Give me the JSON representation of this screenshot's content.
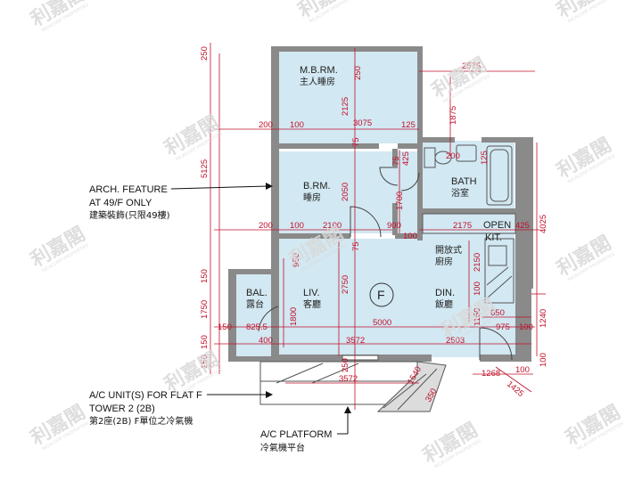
{
  "rooms": {
    "mbr": {
      "en": "M.B.RM.",
      "zh": "主人睡房"
    },
    "br": {
      "en": "B.RM.",
      "zh": "睡房"
    },
    "bath": {
      "en": "BATH",
      "zh": "浴室"
    },
    "open_kit": {
      "en": "OPEN",
      "en2": "KIT.",
      "zh": "開放式",
      "zh2": "廚房"
    },
    "liv": {
      "en": "LIV.",
      "zh": "客廳"
    },
    "din": {
      "en": "DIN.",
      "zh": "飯廳"
    },
    "bal": {
      "en": "BAL.",
      "zh": "露台"
    },
    "flat_marker": "F"
  },
  "notes": {
    "arch_feature": {
      "line1": "ARCH. FEATURE",
      "line2": "AT 49/F ONLY",
      "zh": "建築裝飾(只限49樓)"
    },
    "ac_unit": {
      "line1": "A/C UNIT(S) FOR FLAT F",
      "line2": "TOWER 2 (2B)",
      "zh": "第2座(2B) F單位之冷氣機"
    },
    "ac_platform": {
      "line1": "A/C PLATFORM",
      "zh": "冷氣機平台"
    }
  },
  "dimensions": {
    "d_250_top": "250",
    "d_250_mbr": "250",
    "d_2575": "2575",
    "d_2125": "2125",
    "d_1875": "1875",
    "d_200_a": "200",
    "d_100_a": "100",
    "d_3075": "3075",
    "d_125": "125",
    "d_75_a": "75",
    "d_425_a": "425",
    "d_75_b": "75",
    "d_200_bath": "200",
    "d_125_bath": "125",
    "d_5125": "5125",
    "d_2050": "2050",
    "d_1700": "1700",
    "d_200_b": "200",
    "d_100_b": "100",
    "d_2100": "2100",
    "d_900": "900",
    "d_100_c": "100",
    "d_2175": "2175",
    "d_425_b": "425",
    "d_4025": "4025",
    "d_950": "950",
    "d_75_c": "75",
    "d_2150": "2150",
    "d_150_a": "150",
    "d_2750": "2750",
    "d_100_d": "100",
    "d_1750": "1750",
    "d_1800": "1800",
    "d_650": "650",
    "d_1150": "1150",
    "d_1240": "1240",
    "d_150_b": "150",
    "d_825_5": "825.5",
    "d_5000": "5000",
    "d_975": "975",
    "d_100_e": "100",
    "d_150_c": "150",
    "d_400": "400",
    "d_3572_a": "3572",
    "d_2503": "2503",
    "d_100_f": "100",
    "d_250_bot": "250",
    "d_150_d": "150",
    "d_1268": "1268",
    "d_100_g": "100",
    "d_3572_b": "3572",
    "d_1540": "1540",
    "d_350": "350",
    "d_1425": "1425"
  },
  "watermark": {
    "zh": "利嘉閣",
    "en": "RICACORP PROPERTIES"
  },
  "colors": {
    "room_fill": "#d2e8f2",
    "wall": "#8a8a8a",
    "dim_red": "#c0102a",
    "note_line": "#111111"
  }
}
